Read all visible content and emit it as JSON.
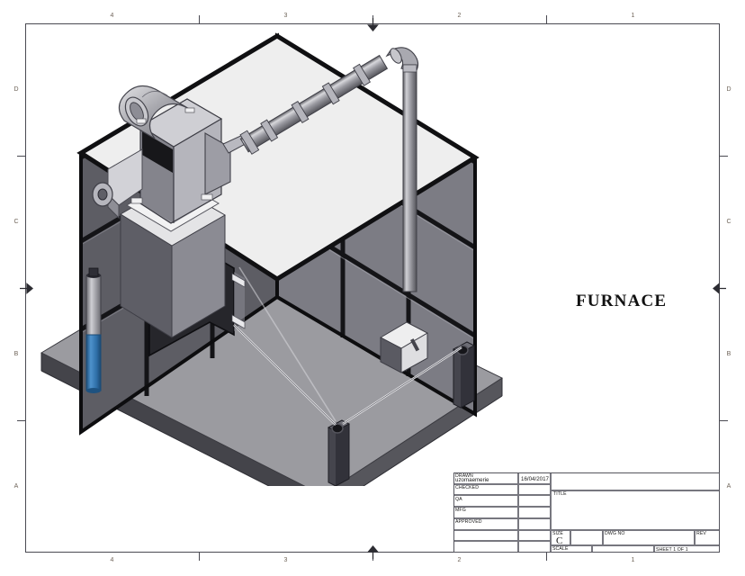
{
  "sheet": {
    "size_label": "C",
    "drawing_label": "FURNACE"
  },
  "border": {
    "columns_top": [
      "4",
      "3",
      "2",
      "1"
    ],
    "columns_bottom": [
      "4",
      "3",
      "2",
      "1"
    ],
    "rows_left": [
      "D",
      "C",
      "B",
      "A"
    ],
    "rows_right": [
      "D",
      "C",
      "B",
      "A"
    ],
    "center_marker_icon": "center-arrow-marker"
  },
  "title_block": {
    "drawn_label": "DRAWN",
    "drawn_name": "uzomaemerie",
    "drawn_date": "16/04/2017",
    "checked_label": "CHECKED",
    "checked_name": "",
    "checked_date": "",
    "qa_label": "QA",
    "qa_name": "",
    "qa_date": "",
    "mfg_label": "MFG",
    "mfg_name": "",
    "mfg_date": "",
    "approved_label": "APPROVED",
    "approved_name": "",
    "approved_date": "",
    "blank_row_1_name": "",
    "blank_row_1_date": "",
    "blank_row_2_name": "",
    "blank_row_2_date": "",
    "title_label": "TITLE",
    "title_value": "",
    "size_label": "SIZE",
    "size_value": "C",
    "dwg_no_label": "DWG NO",
    "dwg_no_value": "",
    "rev_label": "REV",
    "rev_value": "",
    "scale_label": "SCALE",
    "scale_value": "",
    "sheet_label": "SHEET 1  OF 1"
  },
  "model": {
    "name": "furnace-assembly-isometric",
    "parts": [
      "concrete-base-slab",
      "enclosure-roof-panel",
      "enclosure-left-wall",
      "enclosure-right-wall",
      "burner-blower-assembly",
      "burner-elbow-duct",
      "burner-pedestal",
      "exhaust-pipe-run",
      "exhaust-vertical-stack",
      "access-door-hatch",
      "gas-cylinder",
      "bollard-post-left",
      "bollard-post-right",
      "control-box"
    ],
    "colors": {
      "roof": "#eeeeee",
      "wall_light": "#7c7c84",
      "wall_dark": "#5d5d64",
      "frame": "#121214",
      "slab_top": "#9b9ba0",
      "slab_edge": "#4a4a50",
      "cylinder": "#2f6fa8",
      "pipe": "#9a9aa0",
      "burner_body": "#b9b9bd"
    }
  }
}
